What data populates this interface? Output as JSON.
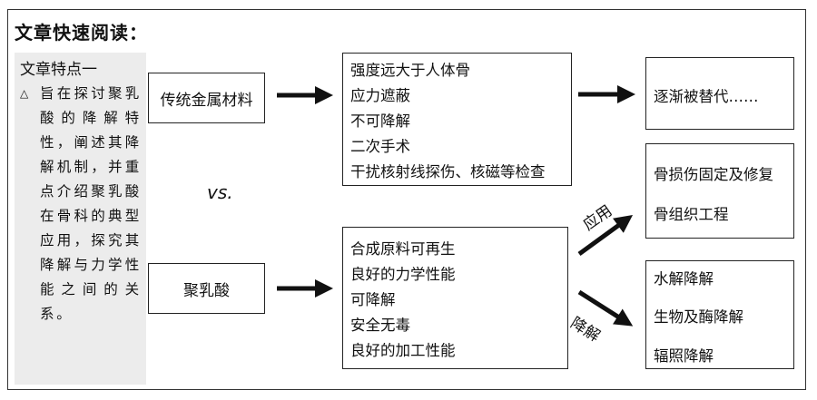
{
  "title": "文章快速阅读：",
  "side": {
    "heading": "文章特点一",
    "bullet": "△",
    "text": "旨在探讨聚乳酸的降解特性，阐述其降解机制，并重点介绍聚乳酸在骨科的典型应用，探究其降解与力学性能之间的关系。"
  },
  "nodes": {
    "metal": "传统金属材料",
    "pla": "聚乳酸",
    "vs": "vs.",
    "metal_props": [
      "强度远大于人体骨",
      "应力遮蔽",
      "不可降解",
      "二次手术",
      "干扰核射线探伤、核磁等检查"
    ],
    "pla_props": [
      "合成原料可再生",
      "良好的力学性能",
      "可降解",
      "安全无毒",
      "良好的加工性能"
    ],
    "replaced": "逐渐被替代……",
    "applications": [
      "骨损伤固定及修复",
      "骨组织工程"
    ],
    "degradation": [
      "水解降解",
      "生物及酶降解",
      "辐照降解"
    ]
  },
  "edge_labels": {
    "application": "应用",
    "degradation": "降解"
  }
}
